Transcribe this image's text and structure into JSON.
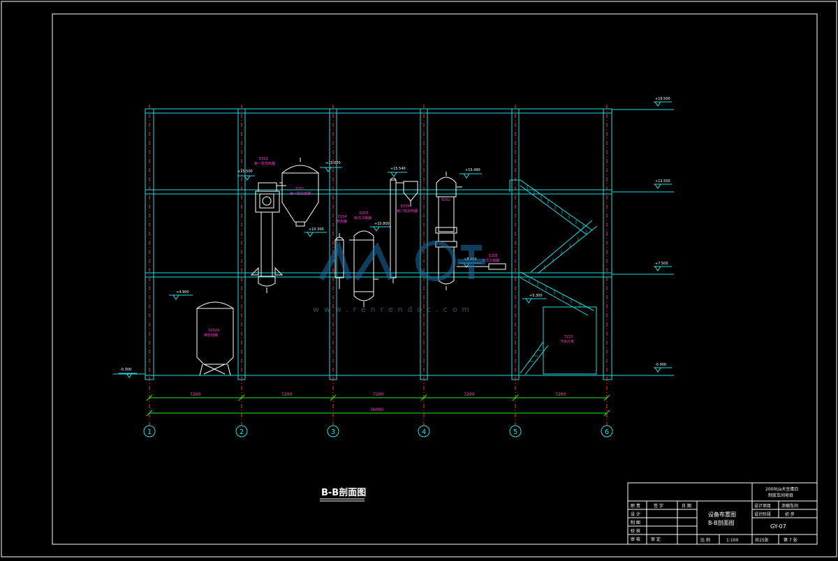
{
  "drawing": {
    "section_title": "B-B剖面图",
    "watermark_text": "www.renrendoc.com",
    "colors": {
      "background": "#000000",
      "structure": "#19e0e6",
      "equipment": "#ffffff",
      "labels": "#ff33cc",
      "axis": "#ff2a2a",
      "dimension": "#22ee22"
    }
  },
  "levels": [
    {
      "label": "+19.500"
    },
    {
      "label": "+13.500"
    },
    {
      "label": "+7.500"
    },
    {
      "label": "-0.900"
    },
    {
      "label": "-0.300"
    },
    {
      "label": "+15.500"
    },
    {
      "label": "+15.070"
    },
    {
      "label": "+15.540"
    },
    {
      "label": "+15.490"
    },
    {
      "label": "+10.300"
    },
    {
      "label": "+10.800"
    },
    {
      "label": "+8.400"
    },
    {
      "label": "+5.300"
    },
    {
      "label": "+4.900"
    }
  ],
  "equipment": [
    {
      "tag": "E203",
      "name": "第一效加热器"
    },
    {
      "tag": "T201",
      "name": "第一效分离器"
    },
    {
      "tag": "E204",
      "name": "预热器"
    },
    {
      "tag": "E205",
      "name": "板式冷凝器"
    },
    {
      "tag": "E206",
      "name": "第二效加热器"
    },
    {
      "tag": "T202",
      "name": ""
    },
    {
      "tag": "E208",
      "name": "板式冷凝器"
    },
    {
      "tag": "V202A",
      "name": "稀奶储罐"
    },
    {
      "tag": "T210",
      "name": "汽水分离"
    }
  ],
  "dimensions": {
    "spans": [
      "7200",
      "7200",
      "7200",
      "7200",
      "7200"
    ],
    "total": "36000"
  },
  "axes": [
    "1",
    "2",
    "3",
    "4",
    "5",
    "6"
  ],
  "title_block": {
    "project": "2000t/a大豆蛋白",
    "project_line2": "制浆车间项目",
    "roles": [
      "职 责",
      "设 计",
      "制 图",
      "校 核",
      "审 核",
      "审 定"
    ],
    "col_name": "签 字",
    "col_date": "日 期",
    "drawing_name_1": "设备布置图",
    "drawing_name_2": "B-B剖面图",
    "item_label": "设计项目",
    "item_value": "浓缩车间",
    "stage_label": "设计阶段",
    "stage_value": "初 步",
    "drawing_no": "GY-07",
    "scale_label": "比 例",
    "scale_value": "1:100",
    "total_sheets": "共15张",
    "sheet_no": "第 7 张"
  }
}
